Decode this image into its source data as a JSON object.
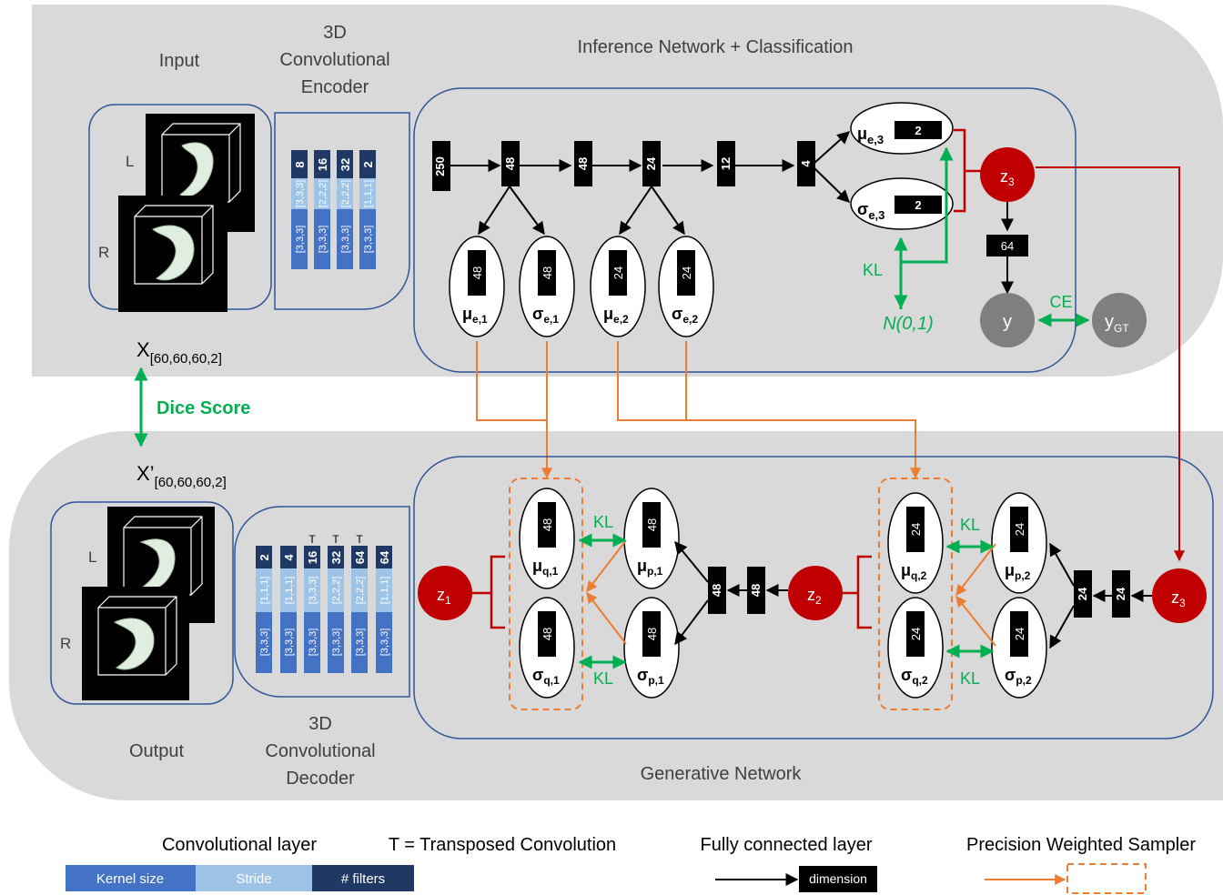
{
  "sections": {
    "inference_title": "Inference Network + Classification",
    "generative_title": "Generative Network",
    "input_title": "Input",
    "output_title": "Output",
    "encoder_title": [
      "3D",
      "Convolutional",
      "Encoder"
    ],
    "decoder_title": [
      "3D",
      "Convolutional",
      "Decoder"
    ]
  },
  "volumes": {
    "left_label": "L",
    "right_label": "R"
  },
  "encoder": {
    "filters": [
      "8",
      "16",
      "32",
      "2"
    ],
    "strides": [
      "[3,3,3]",
      "[2,2,2]",
      "[2,2,2]",
      "[1,1,1]"
    ],
    "kernels": [
      "[3,3,3]",
      "[3,3,3]",
      "[3,3,3]",
      "[3,3,3]"
    ]
  },
  "decoder": {
    "filters": [
      "2",
      "4",
      "16",
      "32",
      "64",
      "64"
    ],
    "strides": [
      "[1,1,1]",
      "[1,1,1]",
      "[3,3,3]",
      "[2,2,2]",
      "[2,2,2]",
      "[1,1,1]"
    ],
    "kernels": [
      "[3,3,3]",
      "[3,3,3]",
      "[3,3,3]",
      "[3,3,3]",
      "[3,3,3]",
      "[3,3,3]"
    ],
    "transposed_marker": "T"
  },
  "inference": {
    "fc_dims": [
      "250",
      "48",
      "48",
      "24",
      "12",
      "4"
    ],
    "classifier_dim": "64",
    "mu_e3": "μ",
    "mu_e3_sub": "e,3",
    "mu_e3_dim": "2",
    "sigma_e3": "σ",
    "sigma_e3_sub": "e,3",
    "sigma_e3_dim": "2",
    "mu_e1": "μ",
    "mu_e1_sub": "e,1",
    "mu_e1_dim": "48",
    "sigma_e1": "σ",
    "sigma_e1_sub": "e,1",
    "sigma_e1_dim": "48",
    "mu_e2": "μ",
    "mu_e2_sub": "e,2",
    "mu_e2_dim": "24",
    "sigma_e2": "σ",
    "sigma_e2_sub": "e,2",
    "sigma_e2_dim": "24",
    "z3": "z",
    "z3_sub": "3",
    "kl": "KL",
    "prior": "N(0,1)",
    "y": "y",
    "y_gt": "y",
    "y_gt_sub": "GT",
    "ce": "CE"
  },
  "reconstruction": {
    "x": "X",
    "x_sub": "[60,60,60,2]",
    "x_prime": "X’",
    "x_prime_sub": "[60,60,60,2]",
    "dice": "Dice Score"
  },
  "generative": {
    "z1": "z",
    "z1_sub": "1",
    "z2": "z",
    "z2_sub": "2",
    "z3": "z",
    "z3_sub": "3",
    "fc_z2_dims": [
      "48",
      "48"
    ],
    "fc_z3_dims": [
      "24",
      "24"
    ],
    "mu_q1": "μ",
    "mu_q1_sub": "q,1",
    "mu_q1_dim": "48",
    "sigma_q1": "σ",
    "sigma_q1_sub": "q,1",
    "sigma_q1_dim": "48",
    "mu_p1": "μ",
    "mu_p1_sub": "p,1",
    "mu_p1_dim": "48",
    "sigma_p1": "σ",
    "sigma_p1_sub": "p,1",
    "sigma_p1_dim": "48",
    "mu_q2": "μ",
    "mu_q2_sub": "q,2",
    "mu_q2_dim": "24",
    "sigma_q2": "σ",
    "sigma_q2_sub": "q,2",
    "sigma_q2_dim": "24",
    "mu_p2": "μ",
    "mu_p2_sub": "p,2",
    "mu_p2_dim": "24",
    "sigma_p2": "σ",
    "sigma_p2_sub": "p,2",
    "sigma_p2_dim": "24",
    "kl": "KL"
  },
  "legend": {
    "conv_title": "Convolutional layer",
    "conv_kernel": "Kernel size",
    "conv_stride": "Stride",
    "conv_filters": "# filters",
    "transposed_note": "T = Transposed Convolution",
    "fc_title": "Fully connected layer",
    "fc_dimension": "dimension",
    "pws_title": "Precision Weighted Sampler"
  },
  "colors": {
    "panel_gray": "#d9d9d9",
    "panel_border": "#2f5597",
    "black_box": "#000000",
    "latent_red": "#c00000",
    "output_gray": "#7f7f7f",
    "kl_green": "#00b050",
    "sampler_orange": "#ed7d31",
    "kernel_blue": "#4472c4",
    "stride_blue": "#9dc3e6",
    "filters_navy": "#203864"
  }
}
